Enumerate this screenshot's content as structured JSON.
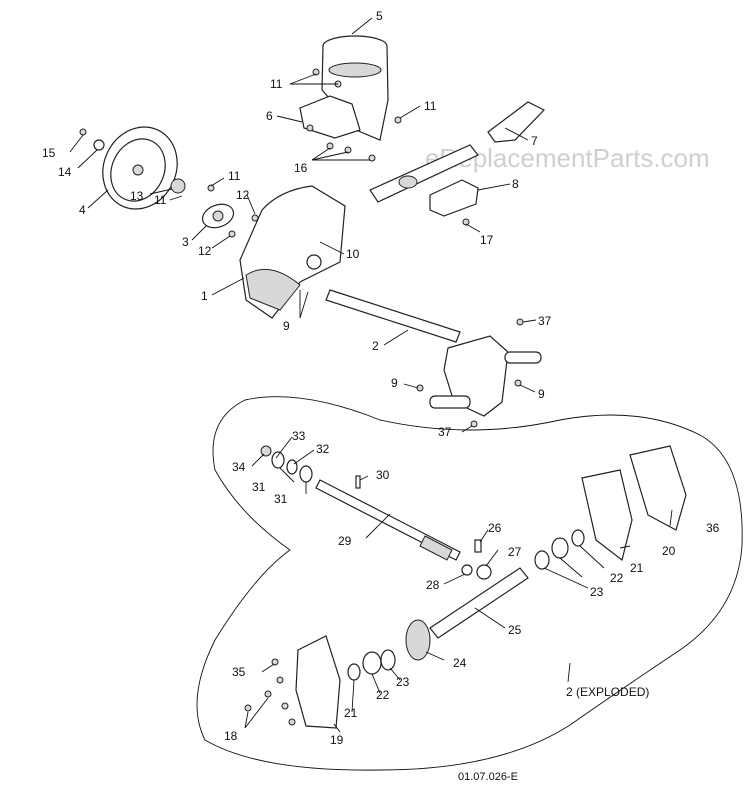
{
  "watermark": "eReplacementParts.com",
  "drawing_code": "01.07.026-E",
  "exploded_label": "2 (EXPLODED)",
  "callouts": {
    "c1": "1",
    "c2": "2",
    "c3": "3",
    "c4": "4",
    "c5": "5",
    "c6": "6",
    "c7": "7",
    "c8": "8",
    "c9a": "9",
    "c9b": "9",
    "c9c": "9",
    "c10": "10",
    "c11a": "11",
    "c11b": "11",
    "c11c": "11",
    "c11d": "11",
    "c12a": "12",
    "c12b": "12",
    "c13": "13",
    "c14": "14",
    "c15": "15",
    "c16": "16",
    "c17": "17",
    "c18": "18",
    "c19": "19",
    "c20": "20",
    "c21a": "21",
    "c21b": "21",
    "c22a": "22",
    "c22b": "22",
    "c23a": "23",
    "c23b": "23",
    "c24": "24",
    "c25": "25",
    "c26": "26",
    "c27": "27",
    "c28": "28",
    "c29": "29",
    "c30": "30",
    "c31a": "31",
    "c31b": "31",
    "c32": "32",
    "c33": "33",
    "c34": "34",
    "c35": "35",
    "c36": "36",
    "c37a": "37",
    "c37b": "37"
  }
}
